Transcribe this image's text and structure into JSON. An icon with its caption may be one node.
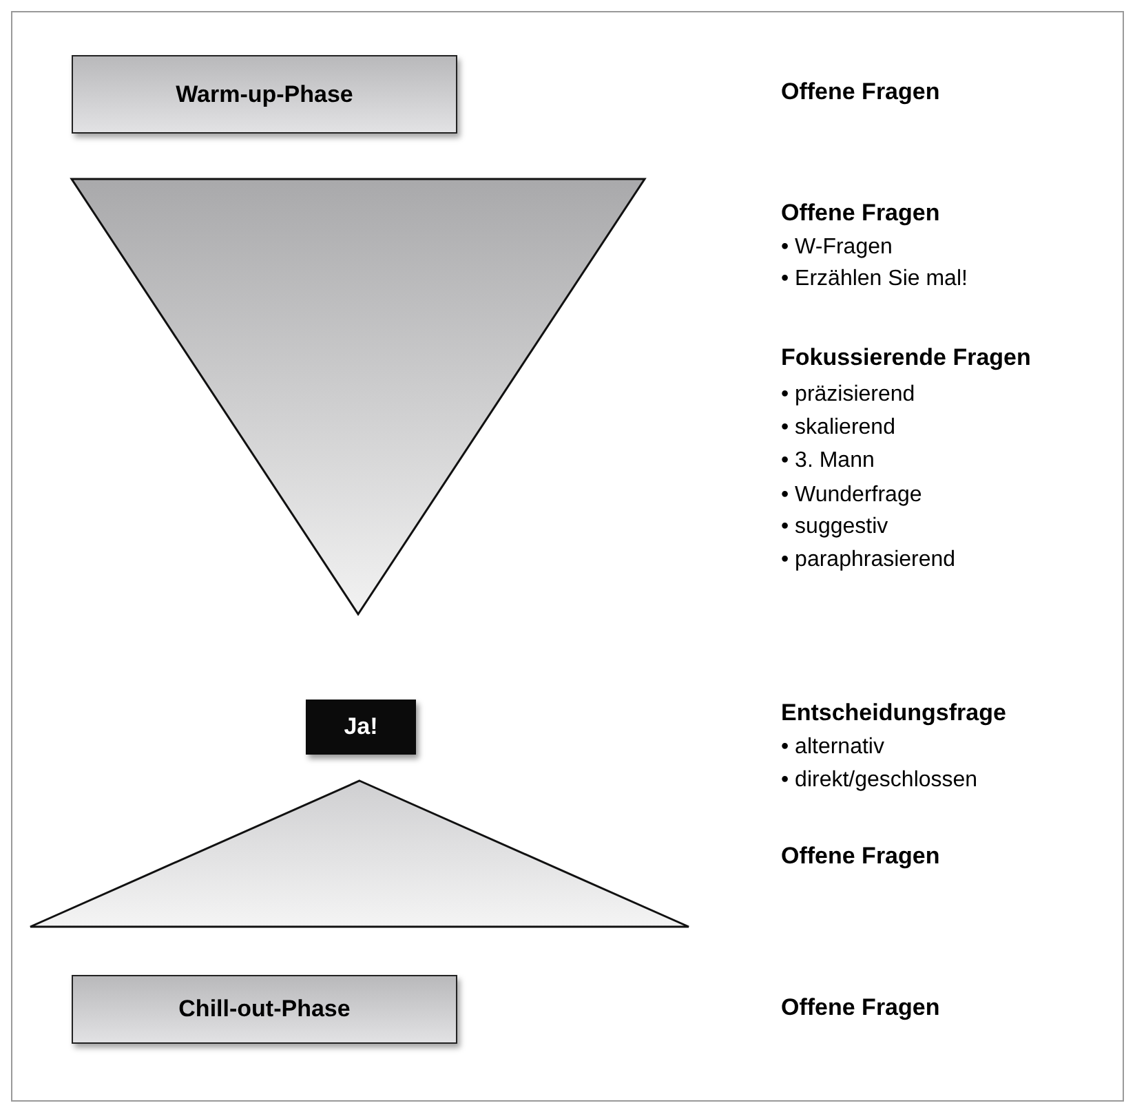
{
  "diagram": {
    "nodes": [
      {
        "text": [
          "Warm-up-Phase"
        ]
      },
      {
        "text": [],
        "shape": "triangle"
      },
      {
        "text": [
          "Ja!"
        ]
      },
      {
        "text": [],
        "shape": "triangle"
      },
      {
        "text": [
          "Chill-out-Phase"
        ]
      }
    ],
    "edges": [],
    "labels": [
      "Offene Fragen",
      "Offene Fragen",
      "• W-Fragen",
      "• Erzählen Sie mal!",
      "Fokussierende Fragen",
      "• präzisierend",
      "• skalierend",
      "• 3. Mann",
      "• Wunderfrage",
      "• suggestiv",
      "• paraphrasierend",
      "Entscheidungsfrage",
      "• alternativ",
      "• direkt/geschlossen",
      "Offene Fragen",
      "Offene Fragen"
    ]
  }
}
